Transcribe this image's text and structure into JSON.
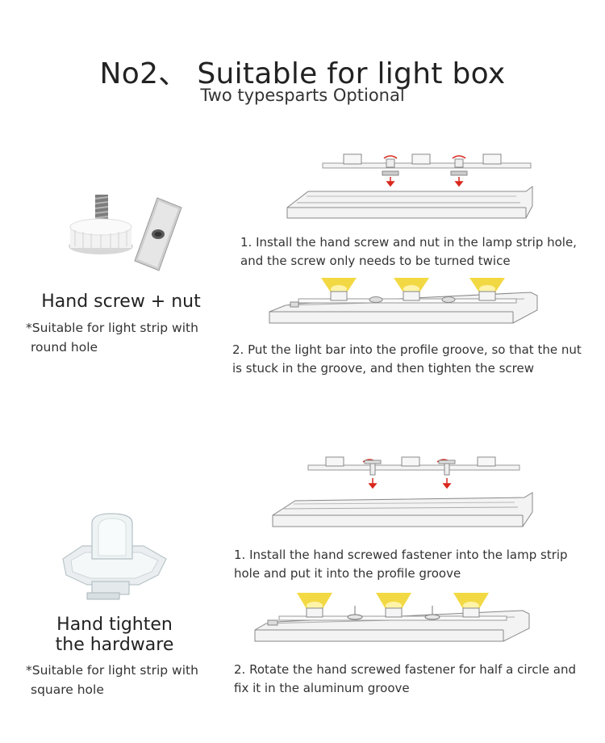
{
  "header": {
    "title": "No2、 Suitable for light box",
    "subtitle": "Two typesparts Optional"
  },
  "section1": {
    "part_name": "Hand screw + nut",
    "note_line1": "*Suitable for light strip with",
    "note_line2": "round hole",
    "step1_line1": "1. Install the hand screw and nut in the lamp strip hole,",
    "step1_line2": "and the screw only needs to be turned twice",
    "step2_line1": "2. Put the light bar into the profile groove, so that the nut",
    "step2_line2": "is stuck in the groove, and then tighten the screw"
  },
  "section2": {
    "part_name_line1": "Hand tighten",
    "part_name_line2": "the hardware",
    "note_line1": "*Suitable for light strip with",
    "note_line2": "square hole",
    "step1_line1": "1. Install the hand screwed fastener into the lamp strip",
    "step1_line2": "hole and put it into the profile groove",
    "step2_line1": "2. Rotate the hand screwed fastener for half a circle and",
    "step2_line2": "fix it in the aluminum groove"
  },
  "colors": {
    "arrow": "#d9261c",
    "led_glow": "#f2d83a",
    "profile_stroke": "#888888"
  }
}
